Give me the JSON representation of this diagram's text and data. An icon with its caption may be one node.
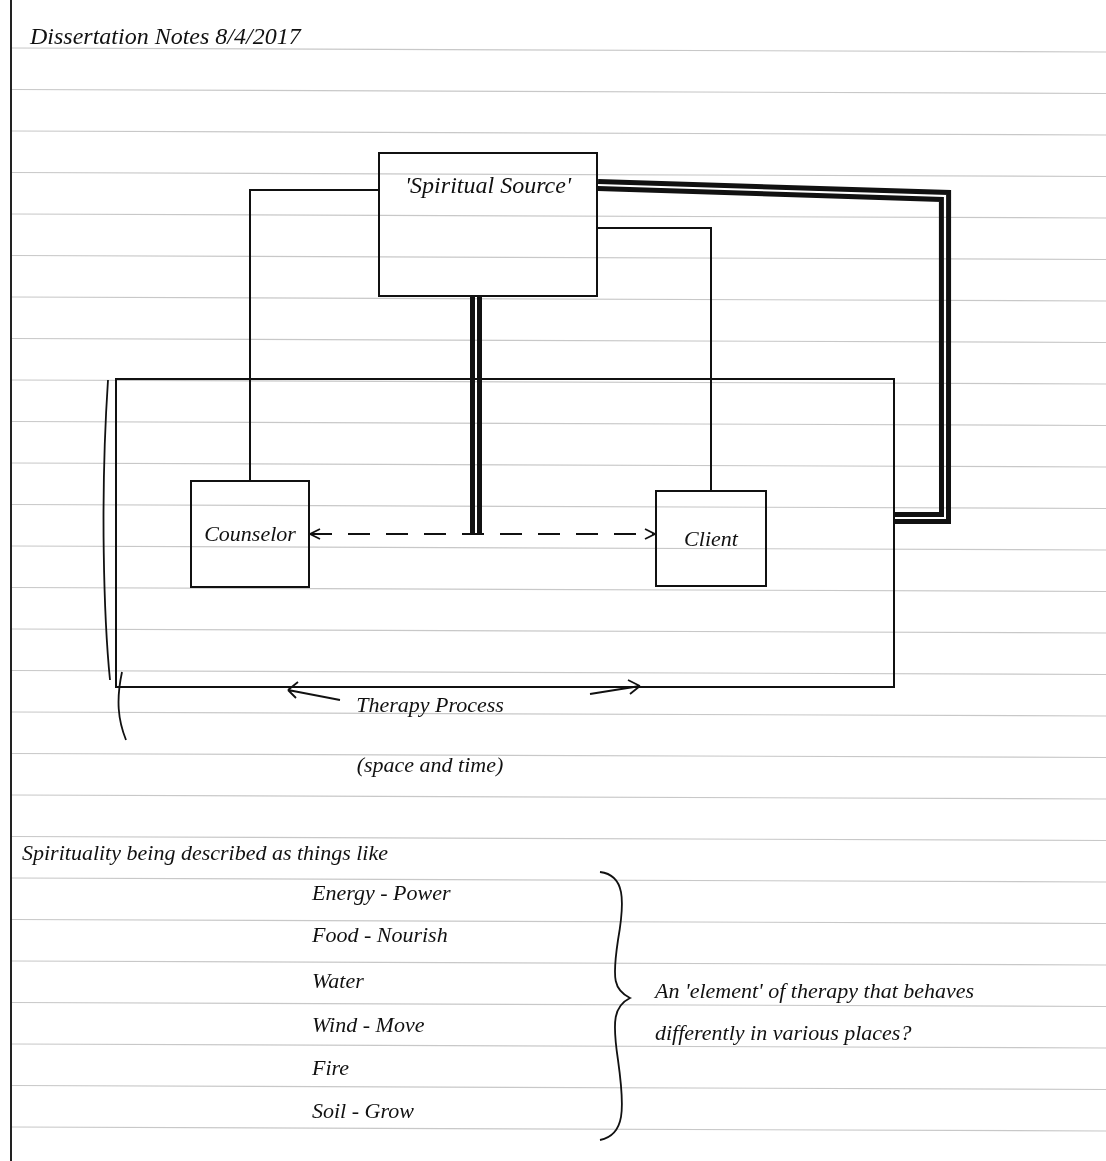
{
  "diagram": {
    "title": "Dissertation Notes 8/4/2017",
    "nodes": [
      {
        "text": [
          "'Spiritual Source'"
        ]
      },
      {
        "text": [
          "Therapy Process",
          "(space and time)"
        ]
      },
      {
        "text": [
          "Counselor"
        ],
        "in": 1
      },
      {
        "text": [
          "Client"
        ],
        "in": 1
      }
    ],
    "edges": [
      {
        "from": 0,
        "to": 2,
        "arrow": "none"
      },
      {
        "from": 0,
        "to": 3,
        "arrow": "none"
      },
      {
        "from": 0,
        "to": null,
        "arrow": "none",
        "style": "thick"
      },
      {
        "from": 2,
        "to": 3,
        "arrow": "both",
        "style": "dashed"
      },
      {
        "from": 0,
        "to": 1,
        "arrow": "none",
        "style": "thick"
      }
    ],
    "labels": [
      "Spirituality being described as things like",
      "Energy - Power",
      "Food - Nourish",
      "Water",
      "Wind - Move",
      "Fire",
      "Soil - Grow",
      "An 'element' of therapy that behaves differently in various places?"
    ]
  }
}
